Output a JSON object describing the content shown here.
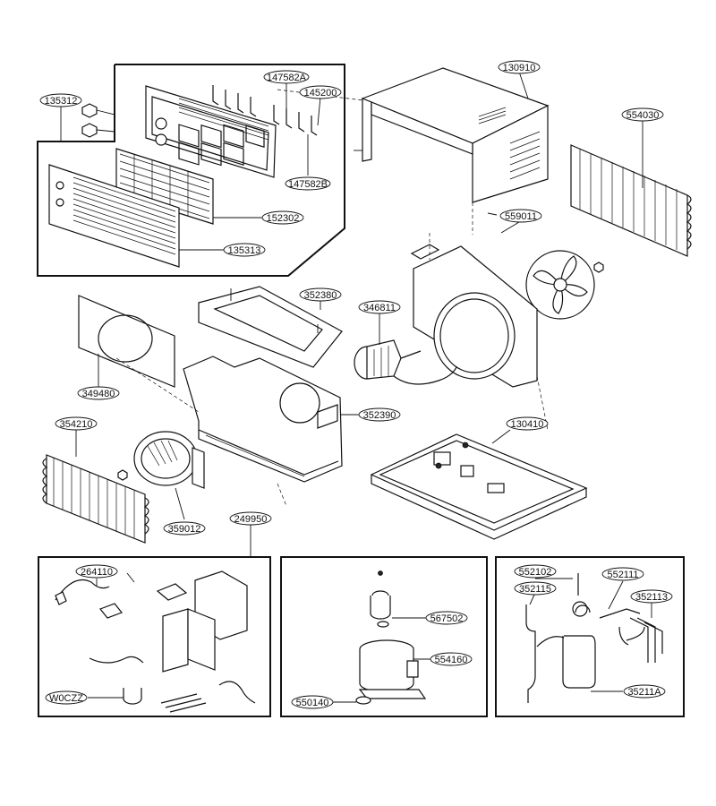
{
  "labels": [
    {
      "id": "130910",
      "text": "130910"
    },
    {
      "id": "554030",
      "text": "554030"
    },
    {
      "id": "147582A",
      "text": "147582A"
    },
    {
      "id": "145200",
      "text": "145200"
    },
    {
      "id": "135312",
      "text": "135312"
    },
    {
      "id": "147582B",
      "text": "147582B"
    },
    {
      "id": "152302",
      "text": "152302"
    },
    {
      "id": "135313",
      "text": "135313"
    },
    {
      "id": "559011",
      "text": "559011"
    },
    {
      "id": "352380",
      "text": "352380"
    },
    {
      "id": "346811",
      "text": "346811"
    },
    {
      "id": "349480",
      "text": "349480"
    },
    {
      "id": "352390",
      "text": "352390"
    },
    {
      "id": "130410",
      "text": "130410"
    },
    {
      "id": "354210",
      "text": "354210"
    },
    {
      "id": "359012",
      "text": "359012"
    },
    {
      "id": "249950",
      "text": "249950"
    },
    {
      "id": "264110",
      "text": "264110"
    },
    {
      "id": "W0CZZ",
      "text": "W0CZZ"
    },
    {
      "id": "567502",
      "text": "567502"
    },
    {
      "id": "554160",
      "text": "554160"
    },
    {
      "id": "550140",
      "text": "550140"
    },
    {
      "id": "552102",
      "text": "552102"
    },
    {
      "id": "552111",
      "text": "552111"
    },
    {
      "id": "352115",
      "text": "352115"
    },
    {
      "id": "352113",
      "text": "352113"
    },
    {
      "id": "35211A",
      "text": "35211A"
    }
  ]
}
